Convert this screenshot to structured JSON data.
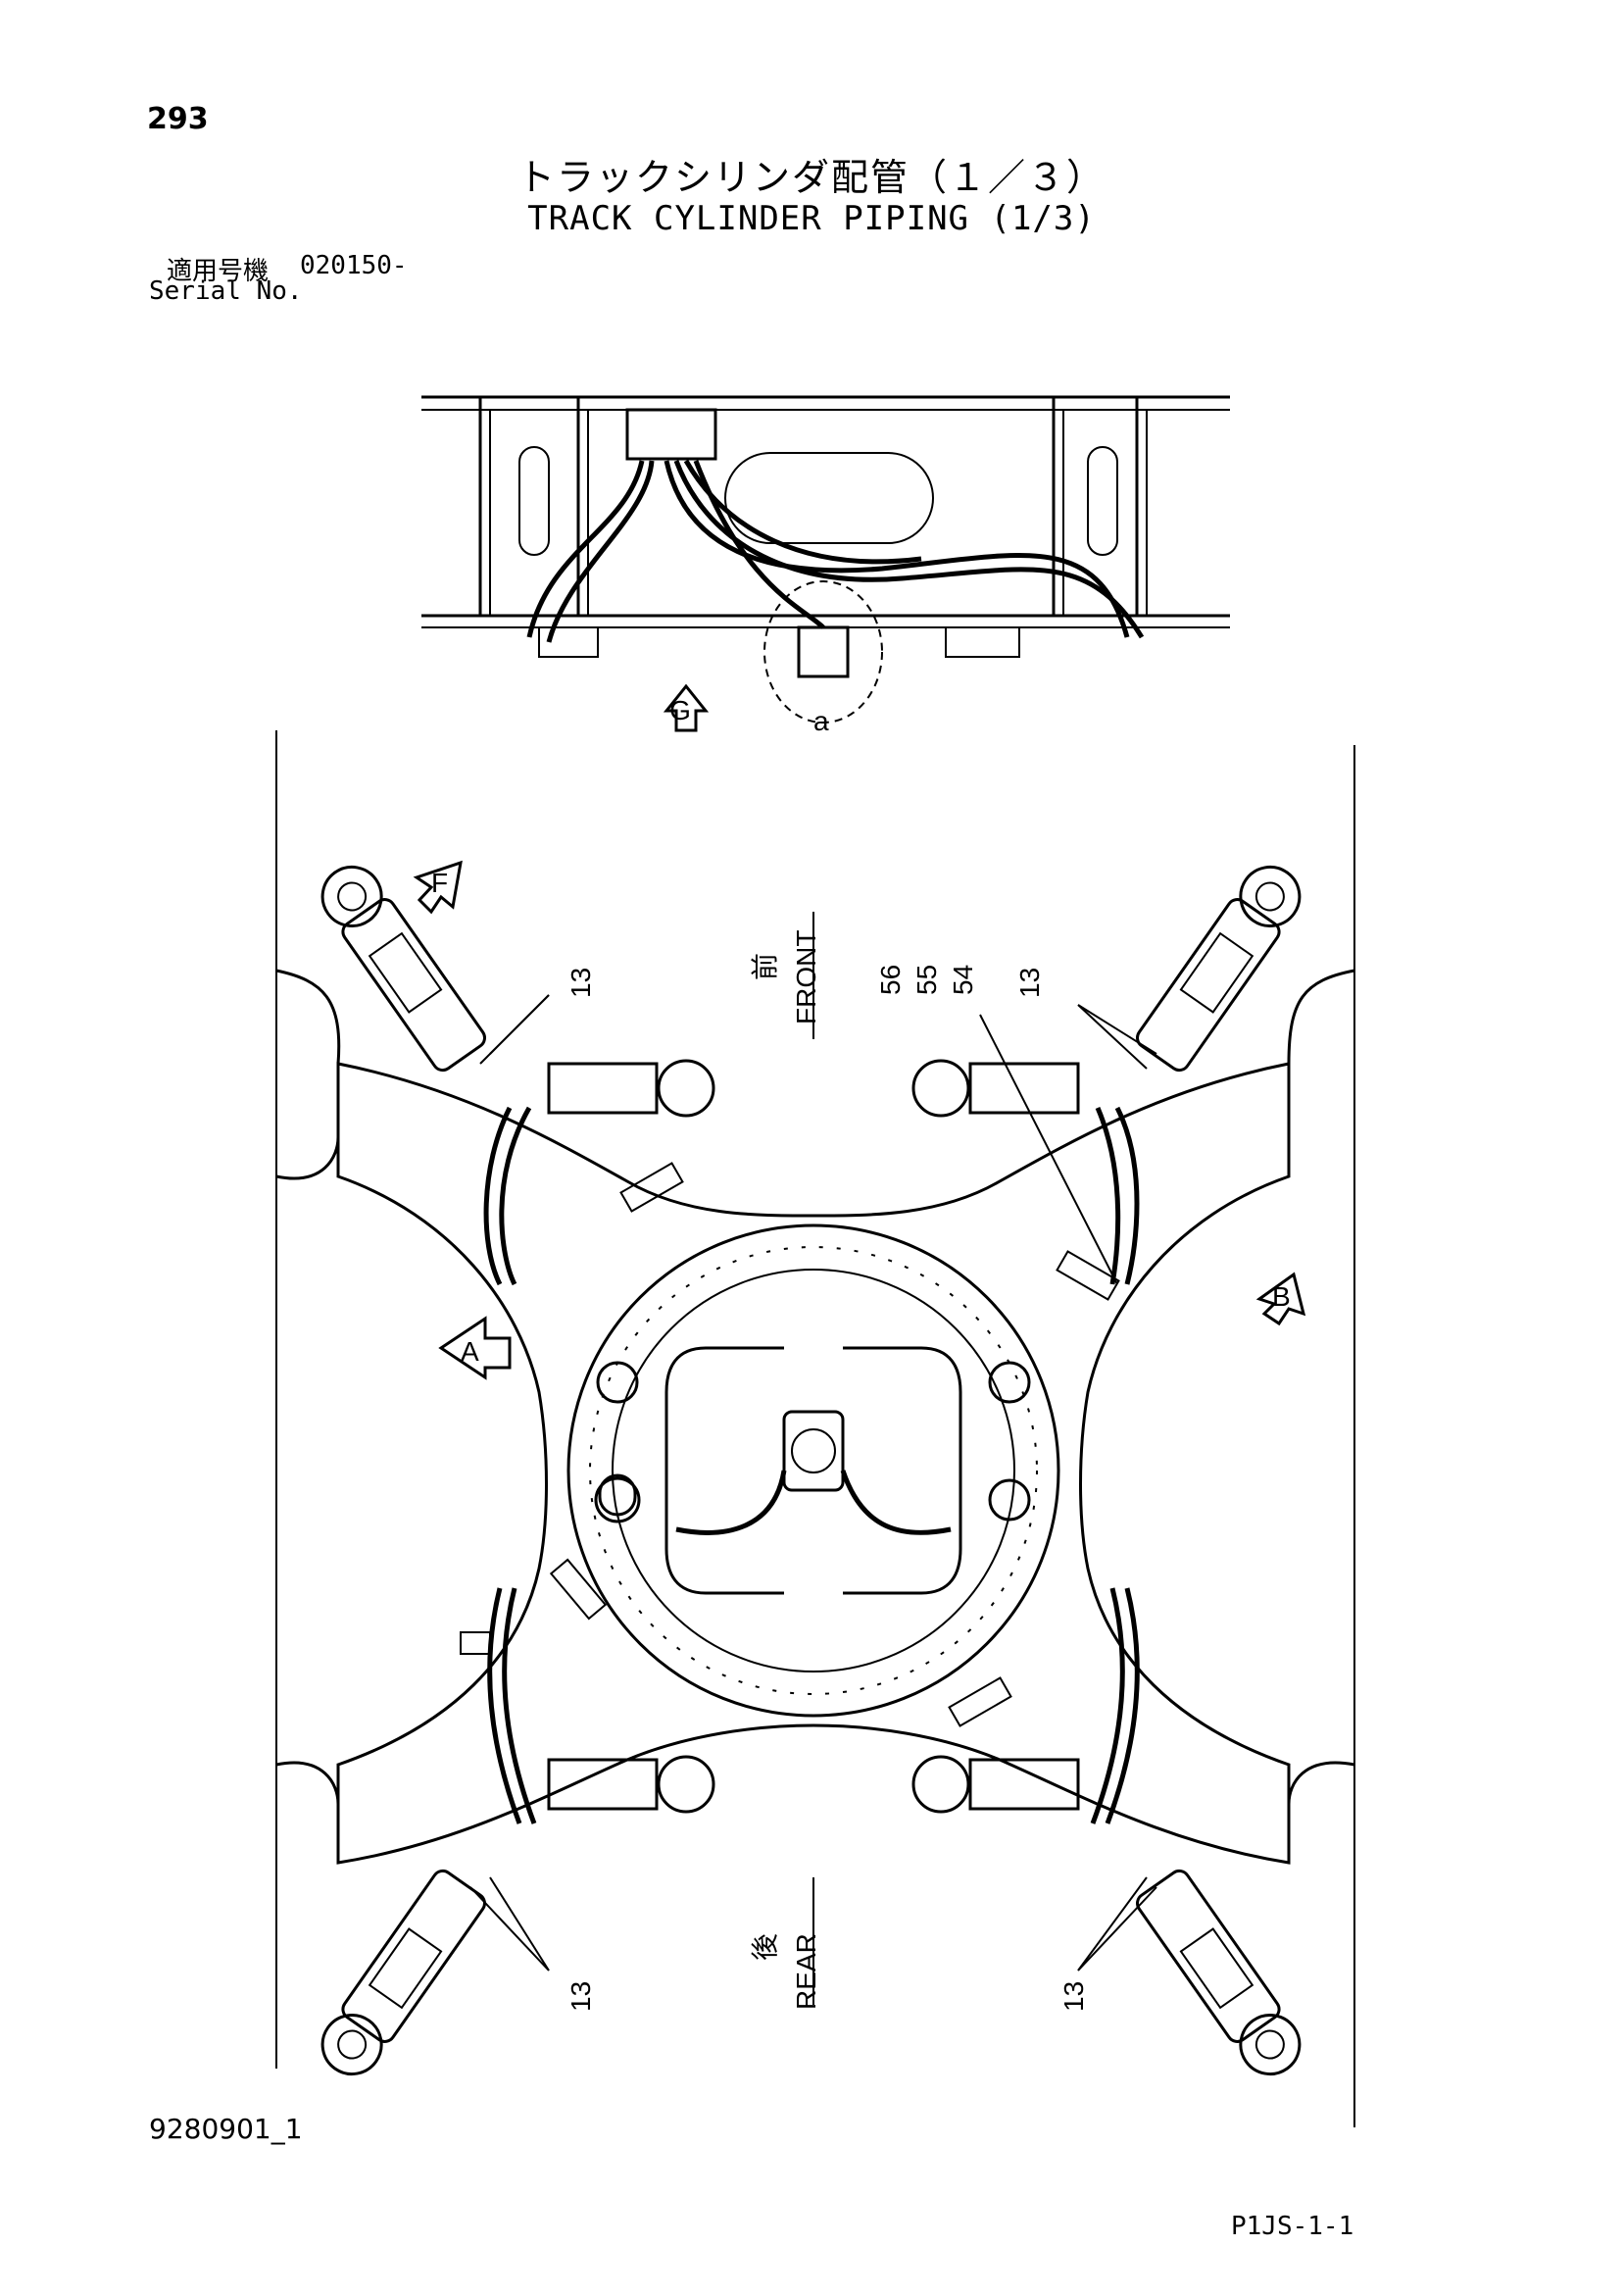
{
  "header": {
    "page_number": "293",
    "title_jp": "トラックシリンダ配管（１／３）",
    "title_en": "TRACK CYLINDER PIPING (1/3)",
    "serial_label_jp": "適用号機",
    "serial_value": "020150-",
    "serial_label_en": "Serial No."
  },
  "diagram": {
    "view_markers": {
      "a": "a",
      "b": "B",
      "f": "F",
      "g": "G",
      "a_lower": "A"
    },
    "direction": {
      "front_jp": "前",
      "front_en": "FRONT",
      "rear_jp": "後",
      "rear_en": "REAR"
    },
    "callouts": {
      "n56": "56",
      "n55": "55",
      "n54": "54",
      "n13": "13"
    }
  },
  "footer": {
    "doc_code": "9280901_1",
    "sheet_code": "P1JS-1-1"
  }
}
